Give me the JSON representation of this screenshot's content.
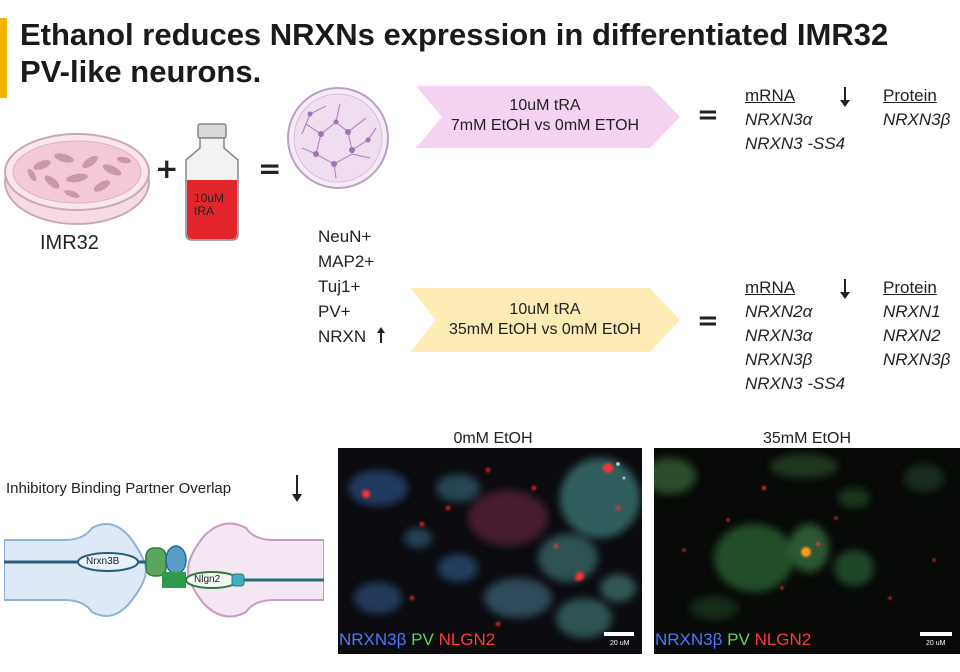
{
  "title": {
    "line1": "Ethanol reduces NRXNs expression in differentiated IMR32",
    "line2": "PV-like neurons."
  },
  "cells": {
    "label": "IMR32"
  },
  "bottle": {
    "line1": "10uM",
    "line2": "tRA"
  },
  "symbols": {
    "plus": "+",
    "equals": "="
  },
  "markers": [
    "NeuN+",
    "MAP2+",
    "Tuj1+",
    "PV+",
    "NRXN"
  ],
  "conditions": [
    {
      "line1": "10uM tRA",
      "line2": "7mM EtOH vs 0mM ETOH",
      "color": "#f4d2f2",
      "results": {
        "mrna_header": "mRNA",
        "protein_header": "Protein",
        "mrna": [
          "NRXN3α",
          "NRXN3 -SS4"
        ],
        "protein": [
          "NRXN3β"
        ]
      }
    },
    {
      "line1": "10uM tRA",
      "line2": "35mM EtOH vs 0mM EtOH",
      "color": "#fdecb6",
      "results": {
        "mrna_header": "mRNA",
        "protein_header": "Protein",
        "mrna": [
          "NRXN2α",
          "NRXN3α",
          "NRXN3β",
          "NRXN3 -SS4"
        ],
        "protein": [
          "NRXN1",
          "NRXN2",
          "NRXN3β"
        ]
      }
    }
  ],
  "synapse": {
    "title": "Inhibitory Binding Partner Overlap",
    "pre_label": "Nrxn3B",
    "post_label": "Nlgn2"
  },
  "micrographs": [
    {
      "caption": "0mM EtOH",
      "stain_a": "NRXN3β",
      "stain_b": "PV",
      "stain_c": "NLGN2",
      "scale": "20 uM"
    },
    {
      "caption": "35mM EtOH",
      "stain_a": "NRXN3β",
      "stain_b": "PV",
      "stain_c": "NLGN2",
      "scale": "20 uM"
    }
  ],
  "colors": {
    "accent": "#f0b400",
    "stain_blue": "#4a78ff",
    "stain_green": "#5fd35f",
    "stain_red": "#ff3b3b",
    "arrow_pink": "#f4d2f2",
    "arrow_yellow": "#fdecb6"
  }
}
